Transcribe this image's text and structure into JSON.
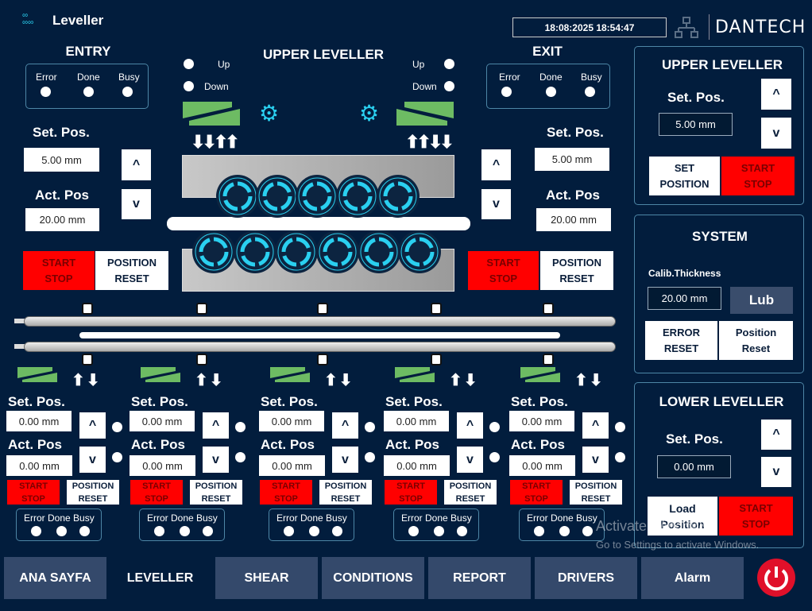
{
  "header": {
    "title": "Leveller",
    "datetime": "18:08:2025 18:54:47",
    "brand": "DANTECH"
  },
  "entry": {
    "title": "ENTRY",
    "status": [
      "Error",
      "Done",
      "Busy"
    ],
    "set_label": "Set. Pos.",
    "set_value": "5.00 mm",
    "act_label": "Act. Pos",
    "act_value": "20.00 mm",
    "up": "^",
    "down": "v",
    "start": "START",
    "stop": "STOP",
    "pos": "POSITION",
    "reset": "RESET"
  },
  "exit": {
    "title": "EXIT",
    "status": [
      "Error",
      "Done",
      "Busy"
    ],
    "set_label": "Set. Pos.",
    "set_value": "5.00 mm",
    "act_label": "Act. Pos",
    "act_value": "20.00 mm",
    "up": "^",
    "down": "v",
    "start": "START",
    "stop": "STOP",
    "pos": "POSITION",
    "reset": "RESET"
  },
  "upper": {
    "title": "UPPER  LEVELLER",
    "up": "Up",
    "down": "Down"
  },
  "stations": [
    {
      "set_label": "Set. Pos.",
      "set_value": "0.00 mm",
      "act_label": "Act. Pos",
      "act_value": "0.00 mm"
    },
    {
      "set_label": "Set. Pos.",
      "set_value": "0.00 mm",
      "act_label": "Act. Pos",
      "act_value": "0.00 mm"
    },
    {
      "set_label": "Set. Pos.",
      "set_value": "0.00 mm",
      "act_label": "Act. Pos",
      "act_value": "0.00 mm"
    },
    {
      "set_label": "Set. Pos.",
      "set_value": "0.00 mm",
      "act_label": "Act. Pos",
      "act_value": "0.00 mm"
    },
    {
      "set_label": "Set. Pos.",
      "set_value": "0.00 mm",
      "act_label": "Act. Pos",
      "act_value": "0.00 mm"
    }
  ],
  "station_common": {
    "up": "^",
    "down": "v",
    "start": "START",
    "stop": "STOP",
    "pos": "POSITION",
    "reset": "RESET",
    "status": "Error Done Busy"
  },
  "panel_upper": {
    "title": "UPPER LEVELLER",
    "set_label": "Set. Pos.",
    "set_value": "5.00 mm",
    "up": "^",
    "down": "v",
    "set1": "SET",
    "set2": "POSITION",
    "start": "START",
    "stop": "STOP"
  },
  "panel_system": {
    "title": "SYSTEM",
    "calib_label": "Calib.Thickness",
    "calib_value": "20.00 mm",
    "lub": "Lub",
    "err1": "ERROR",
    "err2": "RESET",
    "pr1": "Position",
    "pr2": "Reset"
  },
  "panel_lower": {
    "title": "LOWER LEVELLER",
    "set_label": "Set. Pos.",
    "set_value": "0.00 mm",
    "up": "^",
    "down": "v",
    "load1": "Load",
    "load2": "Position",
    "start": "START",
    "stop": "STOP"
  },
  "watermark": {
    "line1": "Activate Windows",
    "line2": "Go to Settings to activate Windows."
  },
  "nav": [
    "ANA SAYFA",
    "LEVELLER",
    "SHEAR",
    "CONDITIONS",
    "REPORT",
    "DRIVERS",
    "Alarm"
  ],
  "colors": {
    "bg": "#021d3d",
    "accent": "#2ad0f0",
    "red": "#ff0000",
    "nav": "#34496b",
    "green": "#6dbb63"
  }
}
